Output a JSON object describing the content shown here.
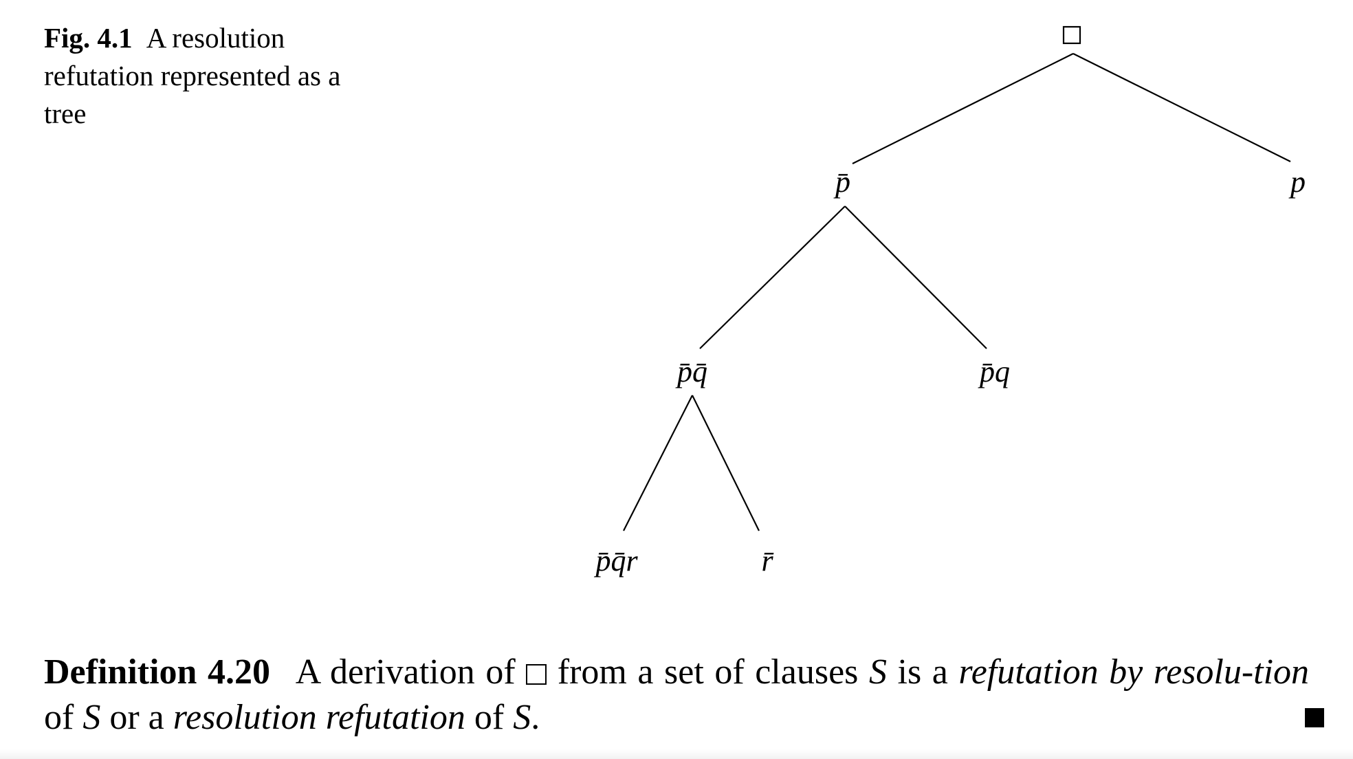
{
  "figure": {
    "label": "Fig. 4.1",
    "caption": "A resolution refutation represented as a tree"
  },
  "tree": {
    "root": "□",
    "p_bar": "p̄",
    "p": "p",
    "p_bar_q_bar": "p̄q̄",
    "p_bar_q": "p̄q",
    "p_bar_q_bar_r": "p̄q̄r",
    "r_bar": "r̄"
  },
  "definition": {
    "label": "Definition 4.20",
    "text_1": "A derivation of",
    "text_2": "from a set of clauses",
    "S": "S",
    "text_3": "is a",
    "term_1": "refutation by resolu-tion",
    "text_4": "of",
    "text_5": "or a",
    "term_2": "resolution refutation",
    "text_6": "of",
    "period": "."
  }
}
